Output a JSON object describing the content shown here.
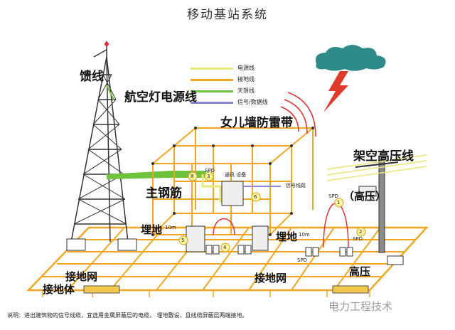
{
  "title": "移动基站系统",
  "legend": [
    {
      "label": "电源线",
      "color": "#e8e87a"
    },
    {
      "label": "接地线",
      "color": "#f2a623"
    },
    {
      "label": "天馈线",
      "color": "#6fc23c"
    },
    {
      "label": "信号/数据线",
      "color": "#8a8ad8"
    }
  ],
  "labels": {
    "feeder": "馈线",
    "aviation_light_power": "航空灯电源线",
    "parapet_lightning_strip": "女儿墙防雷带",
    "main_rebar": "主钢筋",
    "overhead_hv_line": "架空高压线",
    "high_voltage_paren": "（高压）",
    "buried_left": "埋地",
    "buried_right": "埋地",
    "ground_net_left": "接地网",
    "ground_body": "接地体",
    "ground_net_right": "接地网",
    "high_voltage": "高压"
  },
  "small_labels": {
    "comm_equipment": "通讯 设备",
    "signal_line": "信号线路",
    "spd_top": "SPD",
    "spd_right": "SPD",
    "spd_mid": "SPD",
    "spd_lower": "SPD",
    "ten_m_left": "10m",
    "ten_m_right": "10m"
  },
  "markers": [
    "1",
    "2",
    "3",
    "4",
    "5",
    "6",
    "8"
  ],
  "note": "说明：进出建筑物的信号线缆，宜选用金属屏蔽层的电缆， 埋地敷设，且线缆屏蔽层两端接地。",
  "watermark": "电力工程技术"
}
